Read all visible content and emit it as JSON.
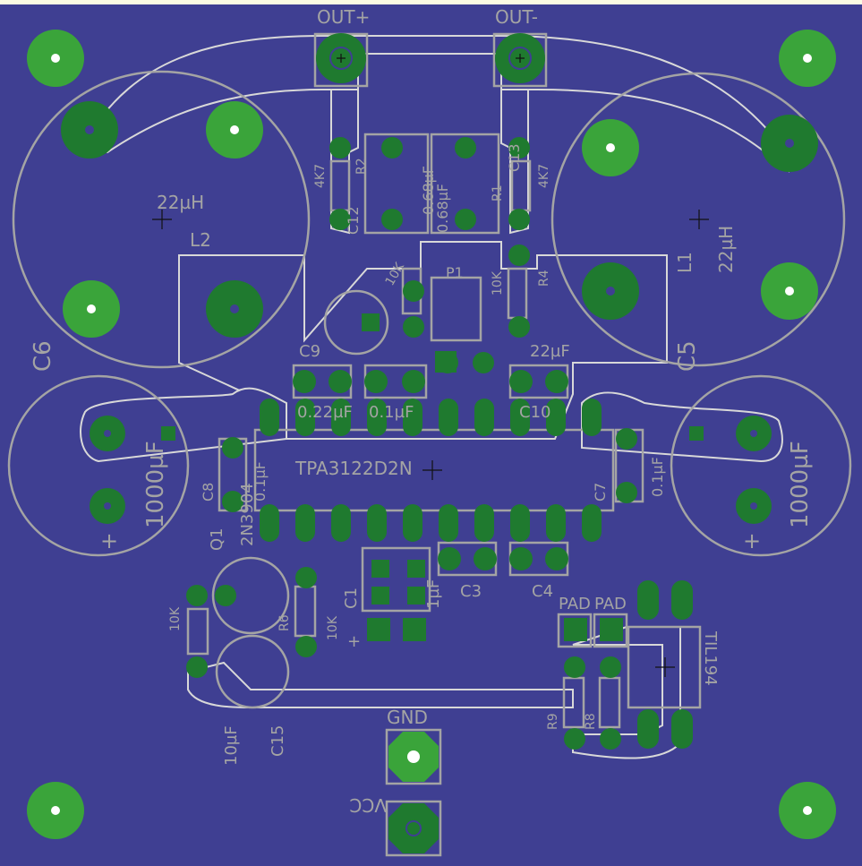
{
  "colors": {
    "board": "#3f3f92",
    "edge": "#fbfbe3",
    "silk": "#a4a4a4",
    "pad": "#1f7a2f",
    "pad_light": "#2f9a3a",
    "trace_outline": "#d8d8d8"
  },
  "labels": {
    "out_plus": "OUT+",
    "out_minus": "OUT-",
    "gnd": "GND",
    "vcc": "VCC",
    "ic": "TPA3122D2N",
    "l2_val": "22µH",
    "l2_name": "L2",
    "l1_val": "22µH",
    "l1_name": "L1",
    "c6_name": "C6",
    "c5_name": "C5",
    "c6_val": "1000µF",
    "c5_val": "1000µF",
    "r2_val": "4K7",
    "r2_name": "R2",
    "r1_name": "R1",
    "r1_val": "4K7",
    "c12_name": "C12",
    "c13_name": "C13",
    "c11_val": "0.68µF",
    "c14_val": "0.68µF",
    "c9_name": "C9",
    "c9_val": "0.22µF",
    "c10_val": "0.1µF",
    "c10_name": "C10",
    "c8_name": "C8",
    "c8_val": "0.1µF",
    "c7_name": "C7",
    "c7_val": "0.1µF",
    "q1_name": "Q1",
    "q1_val": "2N3904",
    "r3_val": "10K",
    "r4_name": "R4",
    "r4_val": "10K",
    "r5_val": "10K",
    "r6_name": "R6",
    "r6_val": "10K",
    "c1_name": "C1",
    "c1_val": "1µF",
    "c3_name": "C3",
    "c4_name": "C4",
    "c15_name": "C15",
    "c15_val": "10µF",
    "pad1": "PAD",
    "pad2": "PAD",
    "til": "TIL194",
    "r9_name": "R9",
    "r8_name": "R8",
    "c2_val": "22µF",
    "p1": "P1",
    "plus_a": "+",
    "plus_b": "+",
    "plus_c": "+"
  }
}
